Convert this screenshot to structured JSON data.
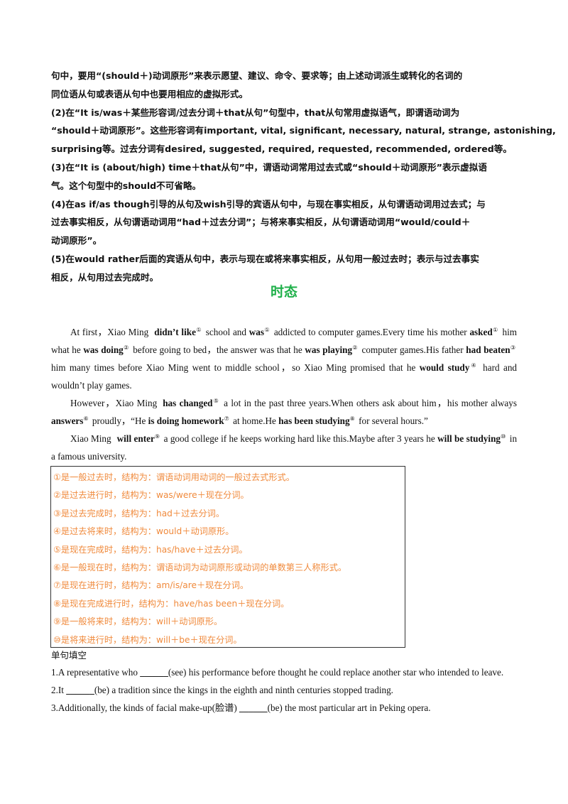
{
  "rules": [
    "句中，要用“(should＋)动词原形”来表示愿望、建议、命令、要求等；由上述动词派生或转化的名词的",
    "同位语从句或表语从句中也要用相应的虚拟形式。",
    "(2)在“It is/was＋某些形容词/过去分词＋that从句”句型中，that从句常用虚拟语气，即谓语动词为",
    "“should＋动词原形”。这些形容词有important, vital, significant, necessary, natural, strange, astonishing,",
    "surprising等。过去分词有desired, suggested, required, requested, recommended, ordered等。",
    "(3)在“It is (about/high) time＋that从句”中，谓语动词常用过去式或“should＋动词原形”表示虚拟语",
    "气。这个句型中的should不可省略。",
    "(4)在as if/as though引导的从句及wish引导的宾语从句中，与现在事实相反，从句谓语动词用过去式；与",
    "过去事实相反，从句谓语动词用“had＋过去分词”；与将来事实相反，从句谓语动词用“would/could＋",
    "动词原形”。",
    "(5)在would rather后面的宾语从句中，表示与现在或将来事实相反，从句用一般过去时；表示与过去事实",
    "相反，从句用过去完成时。"
  ],
  "section_title": "时态",
  "story": {
    "p1": {
      "t1": "At first，Xiao Ming",
      "v1": "didn’t like",
      "m1": "①",
      "t2": "school and",
      "v2": "was",
      "m2": "①",
      "t3": "addicted to computer games.Every time his mother",
      "v3": "asked",
      "m3": "①",
      "t4": "him what he",
      "v4": "was doing",
      "m4": "②",
      "t5": "before going to bed，the answer was that he",
      "v5": "was playing",
      "m5": "②",
      "t6": "computer games.His father",
      "v6": "had beaten",
      "m6": "③",
      "t7": "him many times before Xiao Ming went to middle school，so Xiao Ming promised that he",
      "v7": "would study",
      "m7": "④",
      "t8": "hard and wouldn’t play games."
    },
    "p2": {
      "t1": "However，Xiao Ming",
      "v1": "has changed",
      "m1": "⑤",
      "t2": "a lot in the past three years.When others ask about him，his mother always",
      "v2": "answers",
      "m2": "⑥",
      "t3": "proudly，“He",
      "v3": "is doing homework",
      "m3": "⑦",
      "t4": "at home.He",
      "v4": "has been studying",
      "m4": "⑧",
      "t5": "for several hours.”"
    },
    "p3": {
      "t1": "Xiao Ming",
      "v1": "will enter",
      "m1": "⑨",
      "t2": "a good college if he keeps working hard like this.Maybe after 3 years he",
      "v2": "will be studying",
      "m2": "⑩",
      "t3": "in a famous university."
    }
  },
  "notes": [
    "①是一般过去时，结构为：谓语动词用动词的一般过去式形式。",
    "②是过去进行时，结构为：was/were＋现在分词。",
    "③是过去完成时，结构为：had＋过去分词。",
    "④是过去将来时，结构为：would＋动词原形。",
    "⑤是现在完成时，结构为：has/have＋过去分词。",
    "⑥是一般现在时，结构为：谓语动词为动词原形或动词的单数第三人称形式。",
    "⑦是现在进行时，结构为：am/is/are＋现在分词。",
    "⑧是现在完成进行时，结构为：have/has been＋现在分词。",
    "⑨是一般将来时，结构为：will＋动词原形。",
    "⑩是将来进行时，结构为：will＋be＋现在分词。"
  ],
  "exercise_title": "单句填空",
  "exercises": [
    {
      "a": "1.A representative who",
      "blank": "______",
      "b": "(see) his performance before thought he could replace another star who intended to leave."
    },
    {
      "a": "2.It",
      "blank": "______",
      "b": "(be) a tradition since the kings in the eighth and ninth centuries stopped trading."
    },
    {
      "a": "3.Additionally, the kinds of facial make-up(脸谱)",
      "blank": "______",
      "b": "(be) the most particular art in Peking opera."
    }
  ],
  "colors": {
    "title_green": "#1fb04a",
    "note_orange": "#f08a3c"
  }
}
